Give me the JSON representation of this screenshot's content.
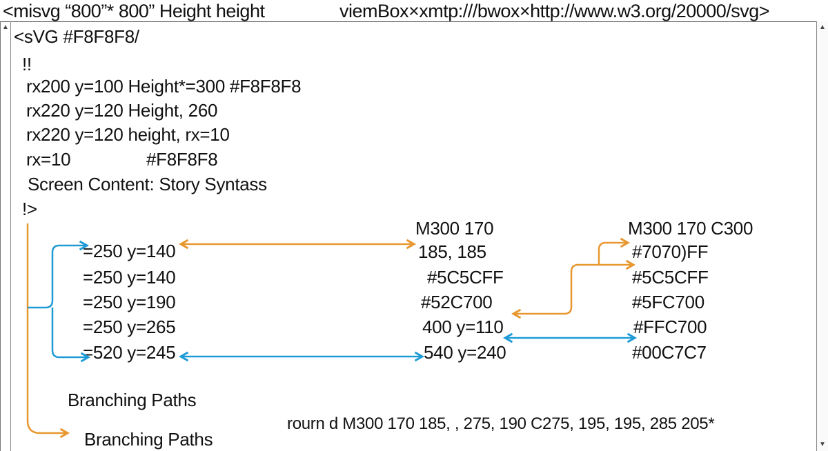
{
  "header": {
    "left_text": "<misvg “800”* 800” Height height",
    "right_text": "viemBox×xmtp:///bwox×http://www.w3.org/20000/svg>"
  },
  "scroll": {
    "up_glyph": "▲",
    "down_glyph": "▼",
    "gutter_glyph": "▲"
  },
  "code_lines": [
    "<sVG      #F8F8F8/",
    "!!",
    "rx200 y=100 Height*=300  #F8F8F8",
    "rx220 y=120 Height,  260",
    "rx220 y=120 height, rx=10",
    "rx=10",
    "#F8F8F8",
    "Screen Content: Story Syntass",
    "!>"
  ],
  "left_column": [
    "=250 y=140",
    "=250 y=140",
    "=250 y=190",
    "=250 y=265",
    "=520 y=245"
  ],
  "middle_column": [
    "M300 170",
    "185, 185",
    "#5C5CFF",
    "#52C700",
    "400 y=110",
    "540 y=240"
  ],
  "right_column": [
    "M300 170 C300",
    "#7070)FF",
    "#5C5CFF",
    "#5FC700",
    "#FFC700",
    "#00C7C7"
  ],
  "labels": {
    "branching_1": "Branching Paths",
    "branching_2": "Branching Paths",
    "path_data": "rourn d M300 170 185, , 275, 190 C275, 195, 195, 285 205*"
  },
  "colors": {
    "orange_arrow": "#E8972F",
    "blue_arrow": "#1E9BD7"
  }
}
